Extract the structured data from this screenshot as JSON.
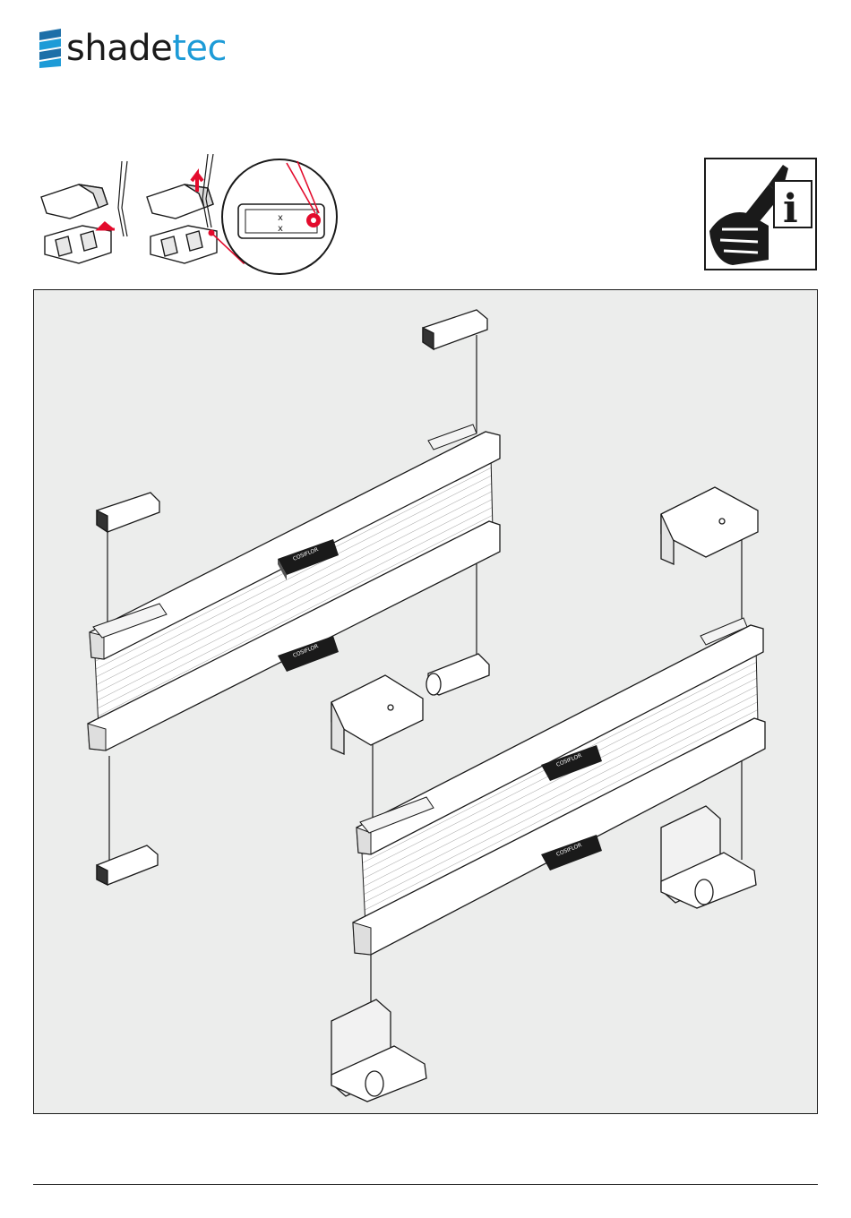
{
  "header": {
    "brand_part1": "shade",
    "brand_part2": "tec",
    "brand_color": "#1d9bd7",
    "logo_icon": "shadetec-logo-icon"
  },
  "instruction": {
    "icon": "screwdriver-info-icon",
    "info_letter": "i",
    "highlight_color": "#e30b2c"
  },
  "product": {
    "label": "COSIFLOR"
  }
}
